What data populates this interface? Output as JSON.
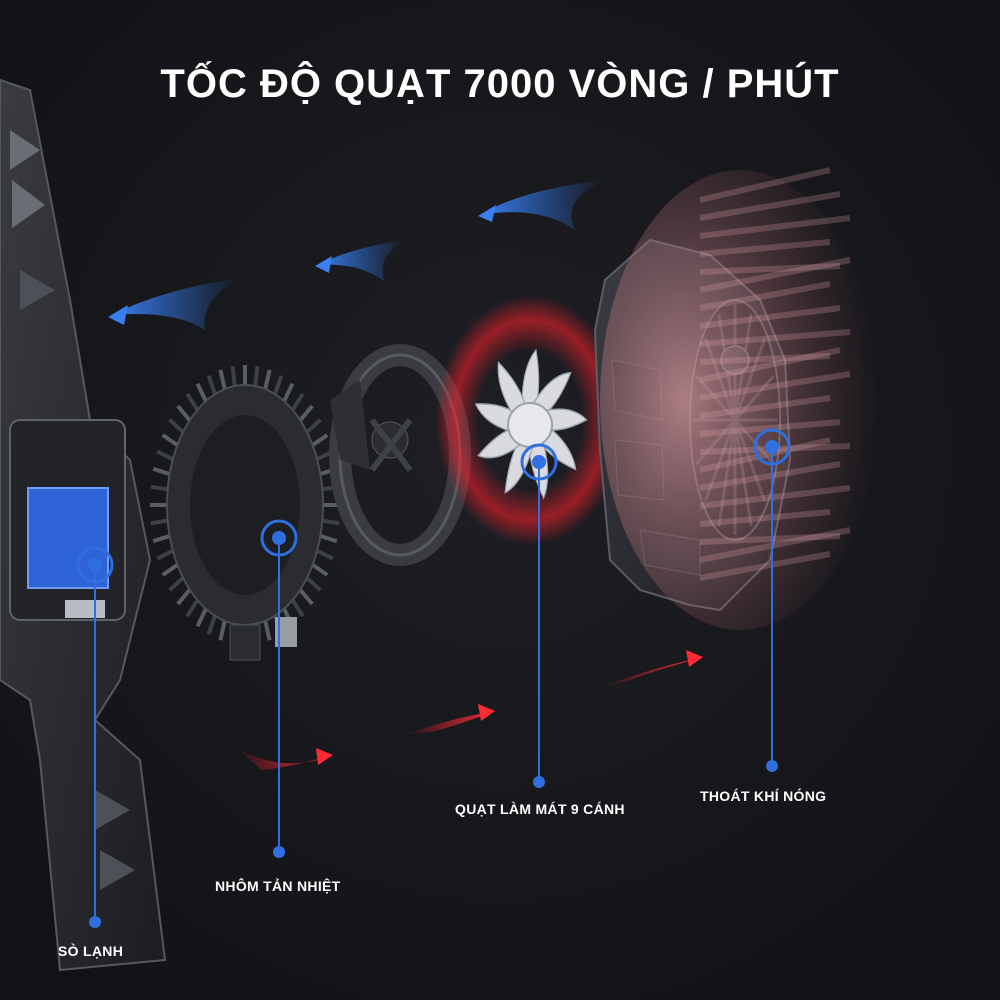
{
  "headline": "TỐC ĐỘ QUẠT 7000 VÒNG / PHÚT",
  "labels": {
    "so_lanh": "SÒ LẠNH",
    "nhom_tan_nhiet": "NHÔM TẢN NHIỆT",
    "quat_lam_mat": "QUẠT LÀM MÁT 9 CÁNH",
    "thoat_khi_nong": "THOÁT KHÍ NÓNG"
  },
  "colors": {
    "background": "#16171b",
    "callout_blue": "#2f6fe0",
    "cool_arrow": "#2b6fdc",
    "hot_arrow": "#e0202a",
    "hot_exhaust": "#c98a8e"
  },
  "icons": [
    "cool-airflow-arrow",
    "hot-airflow-arrow",
    "callout-ring"
  ]
}
